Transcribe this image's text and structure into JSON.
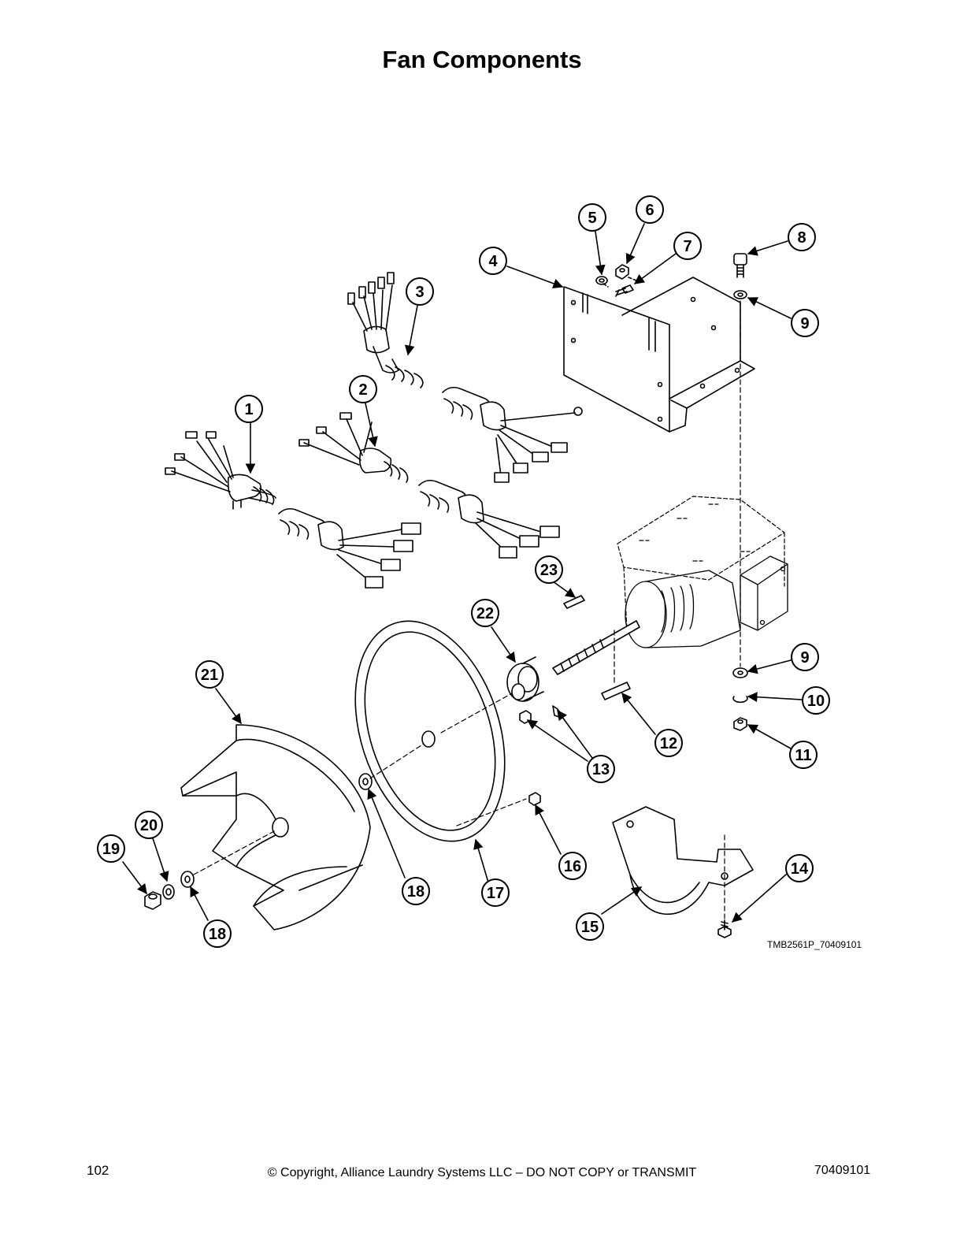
{
  "page": {
    "title": "Fan Components",
    "drawing_code": "TMB2561P_70409101",
    "page_number": "102",
    "copyright": "© Copyright, Alliance Laundry Systems LLC – DO NOT COPY or TRANSMIT",
    "doc_number": "70409101"
  },
  "callouts": [
    "1",
    "2",
    "3",
    "4",
    "5",
    "6",
    "7",
    "8",
    "9",
    "9",
    "10",
    "11",
    "12",
    "13",
    "14",
    "15",
    "16",
    "17",
    "18",
    "18",
    "19",
    "20",
    "21",
    "22",
    "23"
  ]
}
